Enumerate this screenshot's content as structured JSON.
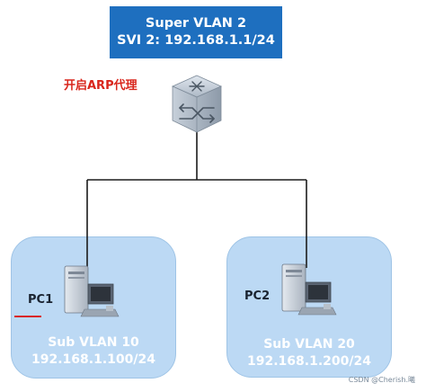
{
  "super_vlan": {
    "title": "Super VLAN 2",
    "svi": "SVI 2:  192.168.1.1/24"
  },
  "switch": {
    "annotation": "开启ARP代理",
    "icon": "l3-switch-icon"
  },
  "sub_vlans": [
    {
      "pc_label": "PC1",
      "name": "Sub VLAN 10",
      "subnet": "192.168.1.100/24",
      "icon": "desktop-pc-icon"
    },
    {
      "pc_label": "PC2",
      "name": "Sub VLAN 20",
      "subnet": "192.168.1.200/24",
      "icon": "desktop-pc-icon"
    }
  ],
  "colors": {
    "header_blue": "#1e6fbf",
    "area_blue": "#bcd9f4",
    "annotation_red": "#d9261c"
  },
  "watermark": "CSDN @Cherish.曦"
}
